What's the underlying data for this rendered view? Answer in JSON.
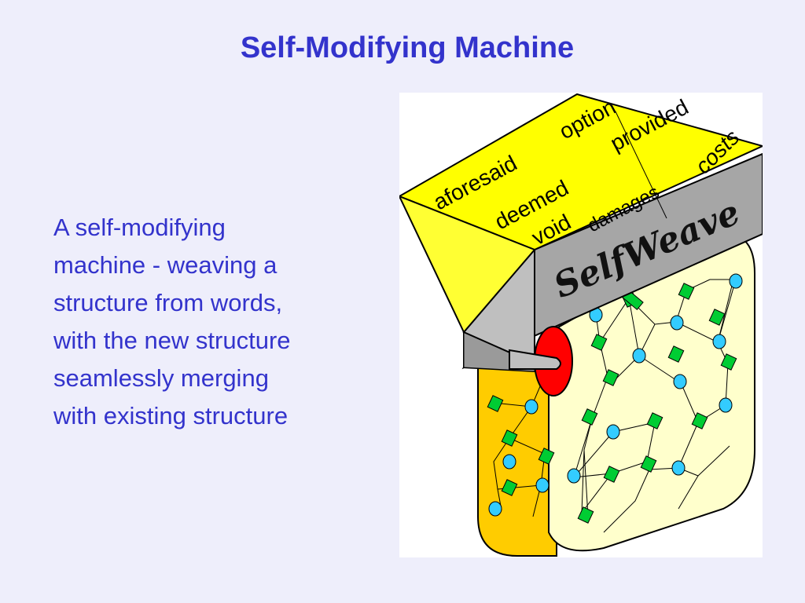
{
  "slide": {
    "title": "Self-Modifying Machine",
    "body_lines": [
      "A self-modifying",
      "machine - weaving a",
      "structure from words,",
      "with the new structure",
      "seamlessly merging",
      "with existing structure"
    ]
  },
  "illustration": {
    "brand_label": "SelfWeave",
    "hopper_words": [
      "option",
      "provided",
      "aforesaid",
      "costs",
      "deemed",
      "void",
      "damages"
    ],
    "colors": {
      "hopper": "#ffff00",
      "housing": "#999999",
      "roller": "#ff0000",
      "cloth_front": "#ffffcc",
      "cloth_back": "#ffcc00",
      "node_square": "#00cc33",
      "node_circle": "#33ccff"
    }
  }
}
